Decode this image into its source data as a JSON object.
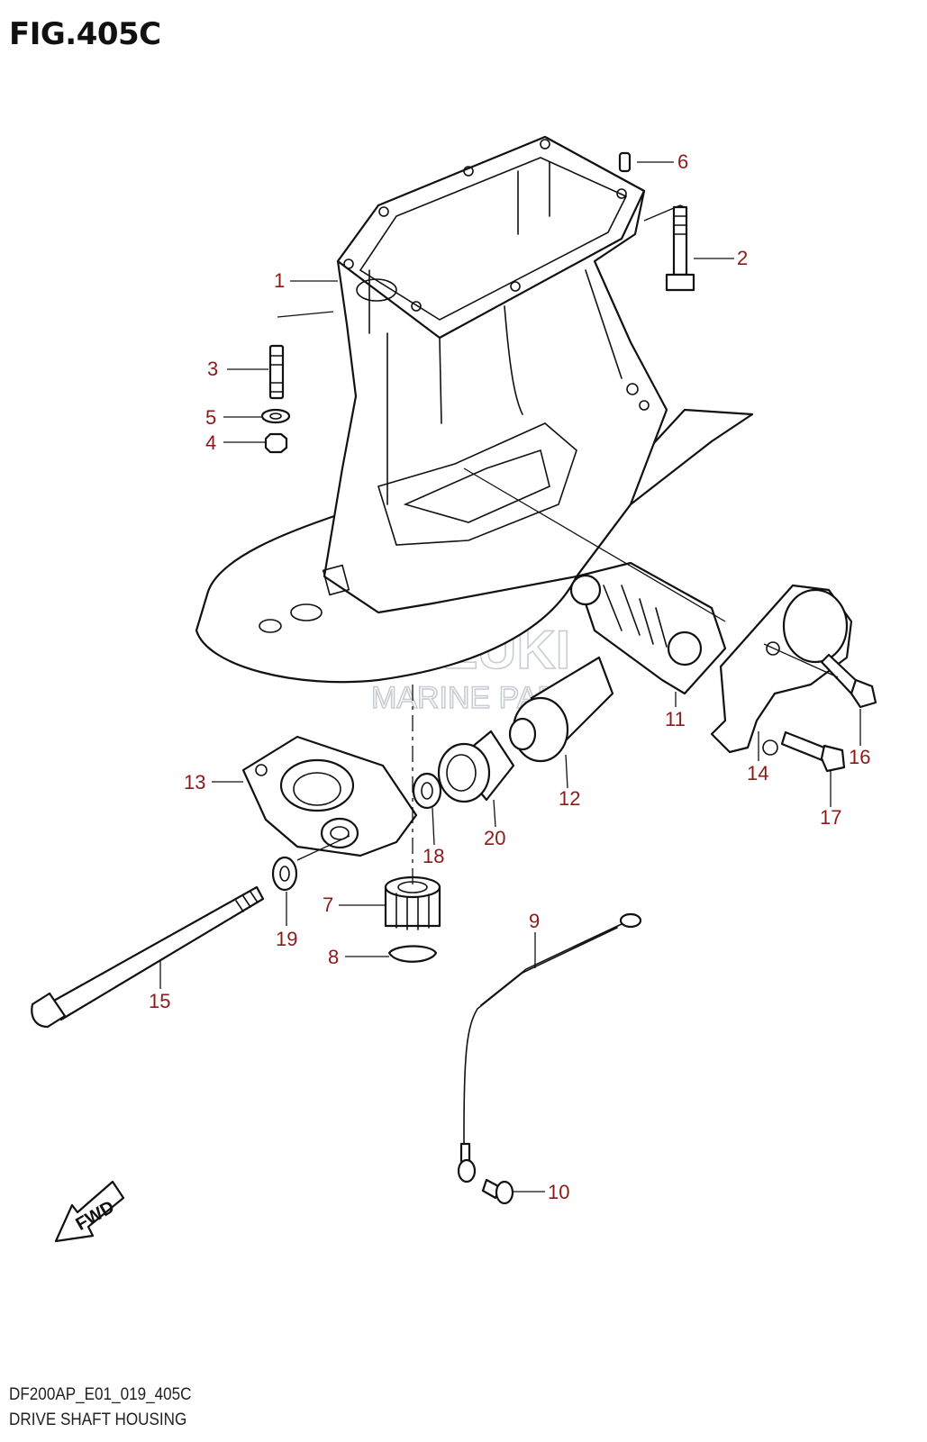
{
  "figure": {
    "title": "FIG.405C",
    "code": "DF200AP_E01_019_405C",
    "name": "DRIVE SHAFT HOUSING"
  },
  "watermark": {
    "line1": "SUZUKI",
    "line2": "MARINE PARTS"
  },
  "fwd_arrow": {
    "text": "FWD"
  },
  "callouts": [
    "1",
    "2",
    "3",
    "4",
    "5",
    "6",
    "7",
    "8",
    "9",
    "10",
    "11",
    "12",
    "13",
    "14",
    "15",
    "16",
    "17",
    "18",
    "19",
    "20"
  ],
  "colors": {
    "callout": "#8b1a1a",
    "line": "#111111",
    "watermark": "#c8ccd4"
  }
}
